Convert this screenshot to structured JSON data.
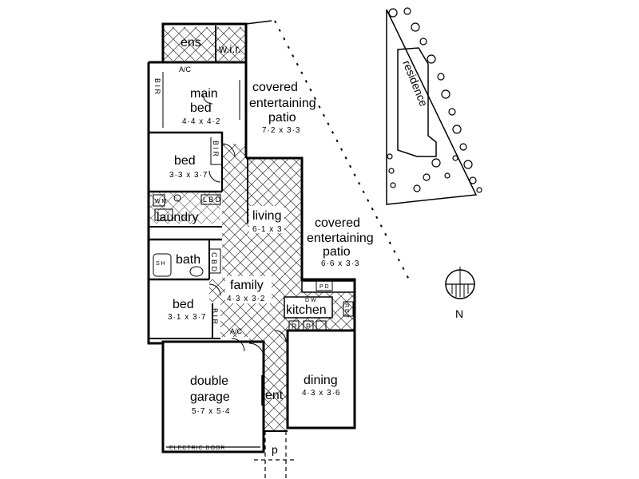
{
  "plan": {
    "rooms": [
      {
        "name": "ens",
        "label": "ens"
      },
      {
        "name": "wir",
        "label": "w.i.r."
      },
      {
        "name": "main-bed",
        "label": "main",
        "label2": "bed",
        "dims": "4·4 x 4·2"
      },
      {
        "name": "bed-1",
        "label": "bed",
        "dims": "3·3 x 3·7"
      },
      {
        "name": "laundry",
        "label": "laundry"
      },
      {
        "name": "bath",
        "label": "bath"
      },
      {
        "name": "bed-2",
        "label": "bed",
        "dims": "3·1 x 3·7"
      },
      {
        "name": "living",
        "label": "living",
        "dims": "6·1 x 3"
      },
      {
        "name": "family",
        "label": "family",
        "dims": "4·3 x 3·2"
      },
      {
        "name": "kitchen",
        "label": "kitchen"
      },
      {
        "name": "dining",
        "label": "dining",
        "dims": "4·3 x 3·6"
      },
      {
        "name": "double-garage",
        "label": "double",
        "label2": "garage",
        "dims": "5·7 x 5·4"
      },
      {
        "name": "ent",
        "label": "ent"
      }
    ],
    "patios": [
      {
        "line1": "covered",
        "line2": "entertaining",
        "line3": "patio",
        "dims": "7·2 x 3·3"
      },
      {
        "line1": "covered",
        "line2": "entertaining",
        "line3": "patio",
        "dims": "6·6 x 3·3"
      }
    ],
    "small_labels": {
      "ac_top": "A/C",
      "ac_bottom": "A/C",
      "bir_main": "B I R",
      "bir_bed1": "B I R",
      "bir_bed2": "B I R",
      "lbd": "L B D",
      "cbd": "C B D",
      "wm": "W M",
      "dw": "D W",
      "pd": "P D",
      "r": "R",
      "p": "P",
      "sh": "S H",
      "ref": "R E F",
      "electric_door": "ELECTRIC DOOR",
      "porch": "p"
    },
    "site": {
      "label": "residence"
    },
    "compass": {
      "label": "N"
    }
  }
}
